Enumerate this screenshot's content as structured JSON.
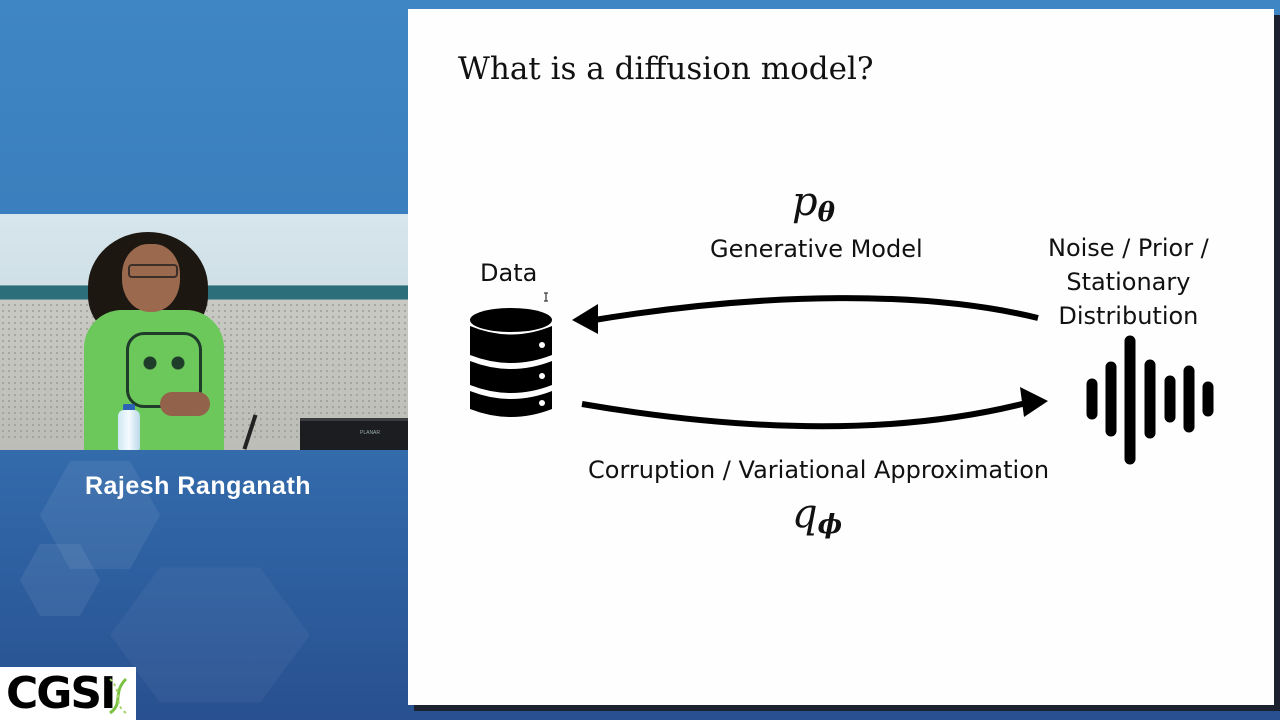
{
  "speaker": {
    "name": "Rajesh Ranganath"
  },
  "logo": {
    "text": "CGSI"
  },
  "video": {
    "monitor_brand": "PLANAR"
  },
  "slide": {
    "title": "What is a diffusion model?",
    "data_label": "Data",
    "generative": {
      "symbol": "p",
      "subscript": "θ",
      "label": "Generative Model"
    },
    "noise_label_lines": [
      "Noise / Prior /",
      "Stationary",
      "Distribution"
    ],
    "corruption": {
      "label": "Corruption / Variational Approximation",
      "symbol": "q",
      "subscript": "ϕ"
    },
    "icons": [
      "database-icon",
      "waveform-icon",
      "text-cursor-icon"
    ]
  },
  "colors": {
    "background_blue": "#3a7cbb",
    "slide_bg": "#fefefe",
    "ink": "#111111"
  }
}
